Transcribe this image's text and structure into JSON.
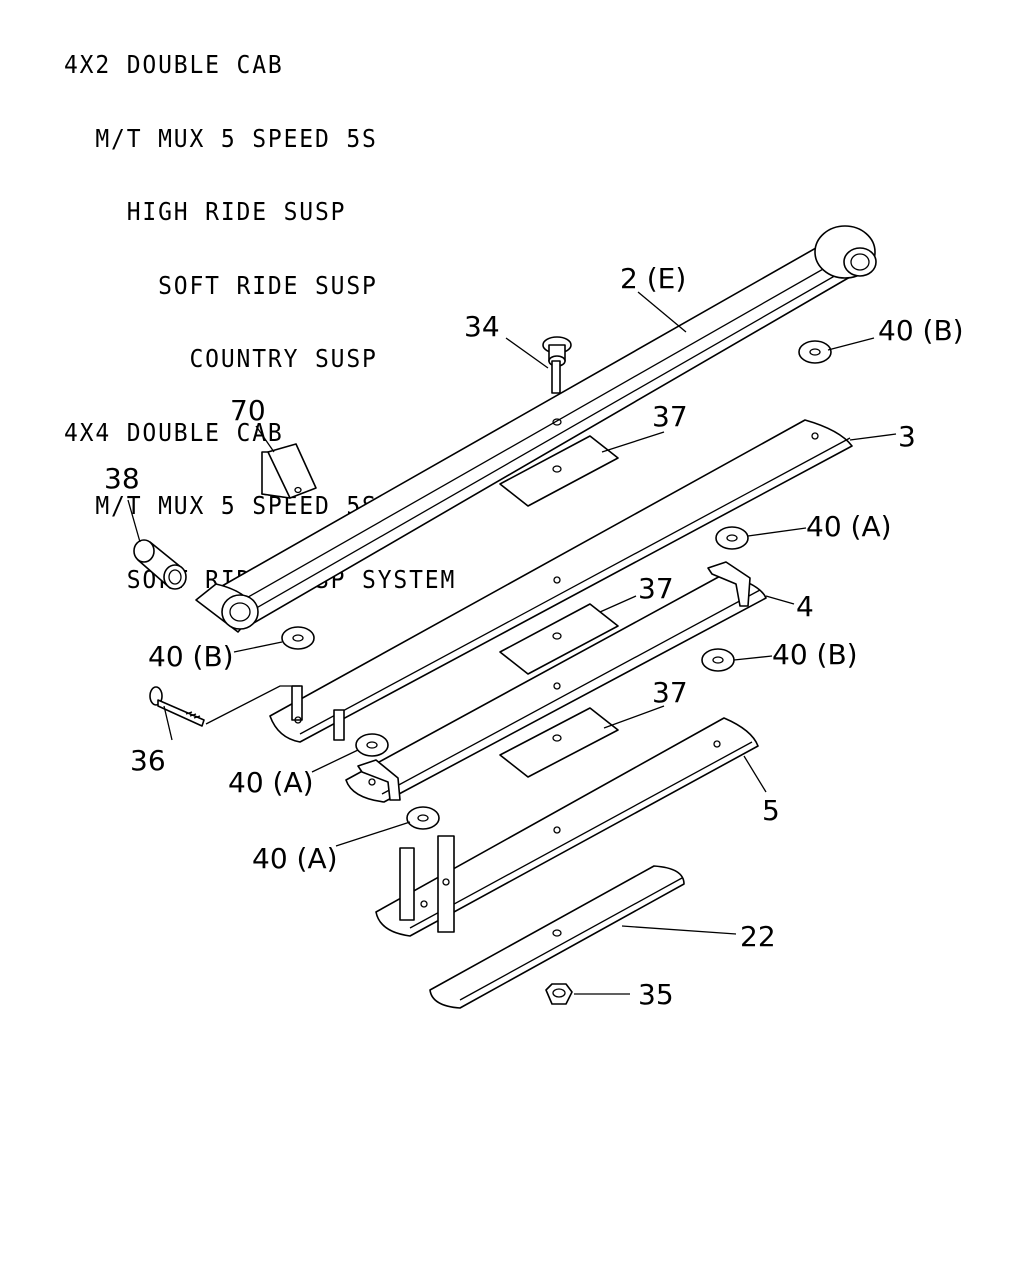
{
  "header_lines": [
    "4X2 DOUBLE CAB",
    "  M/T MUX 5 SPEED 5S",
    "    HIGH RIDE SUSP",
    "      SOFT RIDE SUSP",
    "        COUNTRY SUSP",
    "4X4 DOUBLE CAB",
    "  M/T MUX 5 SPEED 5S",
    "    SOFT RIDE SUSP SYSTEM"
  ],
  "callouts": {
    "c2": "2 (E)",
    "c34": "34",
    "c40b_top": "40 (B)",
    "c70": "70",
    "c37_top": "37",
    "c3": "3",
    "c38": "38",
    "c40a_right": "40 (A)",
    "c37_mid": "37",
    "c4": "4",
    "c40b_left": "40 (B)",
    "c40b_right": "40 (B)",
    "c36": "36",
    "c37_low": "37",
    "c40a_mid": "40 (A)",
    "c5": "5",
    "c40a_low": "40 (A)",
    "c22": "22",
    "c35": "35"
  }
}
